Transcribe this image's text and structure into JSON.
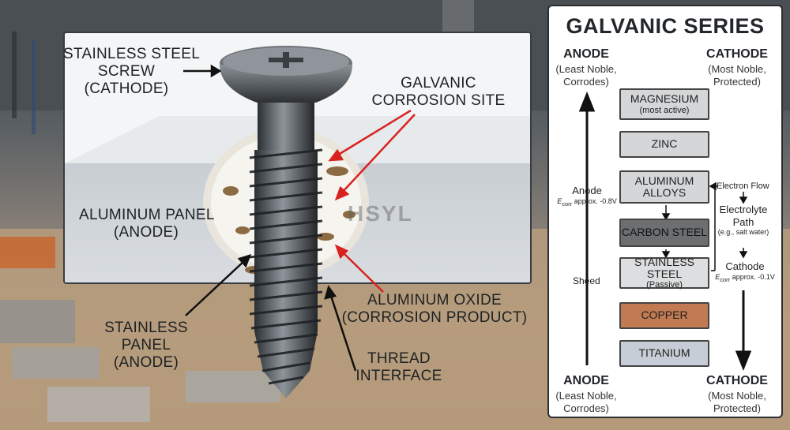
{
  "labels": {
    "screw": [
      "STAINLESS STEEL",
      "SCREW",
      "(CATHODE)"
    ],
    "corrosion_site": [
      "GALVANIC",
      "CORROSION SITE"
    ],
    "aluminum_panel": [
      "ALUMINUM PANEL",
      "(ANODE)"
    ],
    "watermark": "HSYL",
    "stainless_panel": [
      "STAINLESS",
      "PANEL",
      "(ANODE)"
    ],
    "oxide": [
      "ALUMINUM OXIDE",
      "(CORROSION PRODUCT)"
    ],
    "thread": [
      "THREAD",
      "INTERFACE"
    ]
  },
  "series": {
    "title": "GALVANIC SERIES",
    "anode_top": {
      "title": "ANODE",
      "sub": [
        "(Least Noble,",
        "Corrodes)"
      ]
    },
    "cathode_top": {
      "title": "CATHODE",
      "sub": [
        "(Most Noble,",
        "Protected)"
      ]
    },
    "anode_bottom": {
      "title": "ANODE",
      "sub": [
        "(Least Noble,",
        "Corrodes)"
      ]
    },
    "cathode_bottom": {
      "title": "CATHODE",
      "sub": [
        "(Most Noble,",
        "Protected)"
      ]
    },
    "metals": [
      {
        "name": "MAGNESIUM",
        "note": "(most active)",
        "color": "#d4d6d8"
      },
      {
        "name": "ZINC",
        "note": "",
        "color": "#d4d6d8"
      },
      {
        "name": "ALUMINUM",
        "name2": "ALLOYS",
        "color": "#d4d6d8"
      },
      {
        "name": "CARBON STEEL",
        "note": "",
        "color": "#6c6e70"
      },
      {
        "name": "STAINLESS STEEL",
        "note": "(Passive)",
        "color": "#dcdedf"
      },
      {
        "name": "COPPER",
        "note": "",
        "color": "#c27a52"
      },
      {
        "name": "TITANIUM",
        "note": "",
        "color": "#c7cdd6"
      }
    ],
    "anode_mid": {
      "title": "Anode",
      "ecorr": "E",
      "ecorr_sub": "corr",
      "ecorr_val": "approx. -0.8V"
    },
    "sheed": "Sheed",
    "electron_flow": "Electron Flow",
    "electrolyte": [
      "Electrolyte",
      "Path",
      "(e.g., salt water)"
    ],
    "cathode_mid": {
      "title": "Cathode",
      "ecorr": "E",
      "ecorr_sub": "corr",
      "ecorr_val": "approx. -0.1V"
    }
  }
}
